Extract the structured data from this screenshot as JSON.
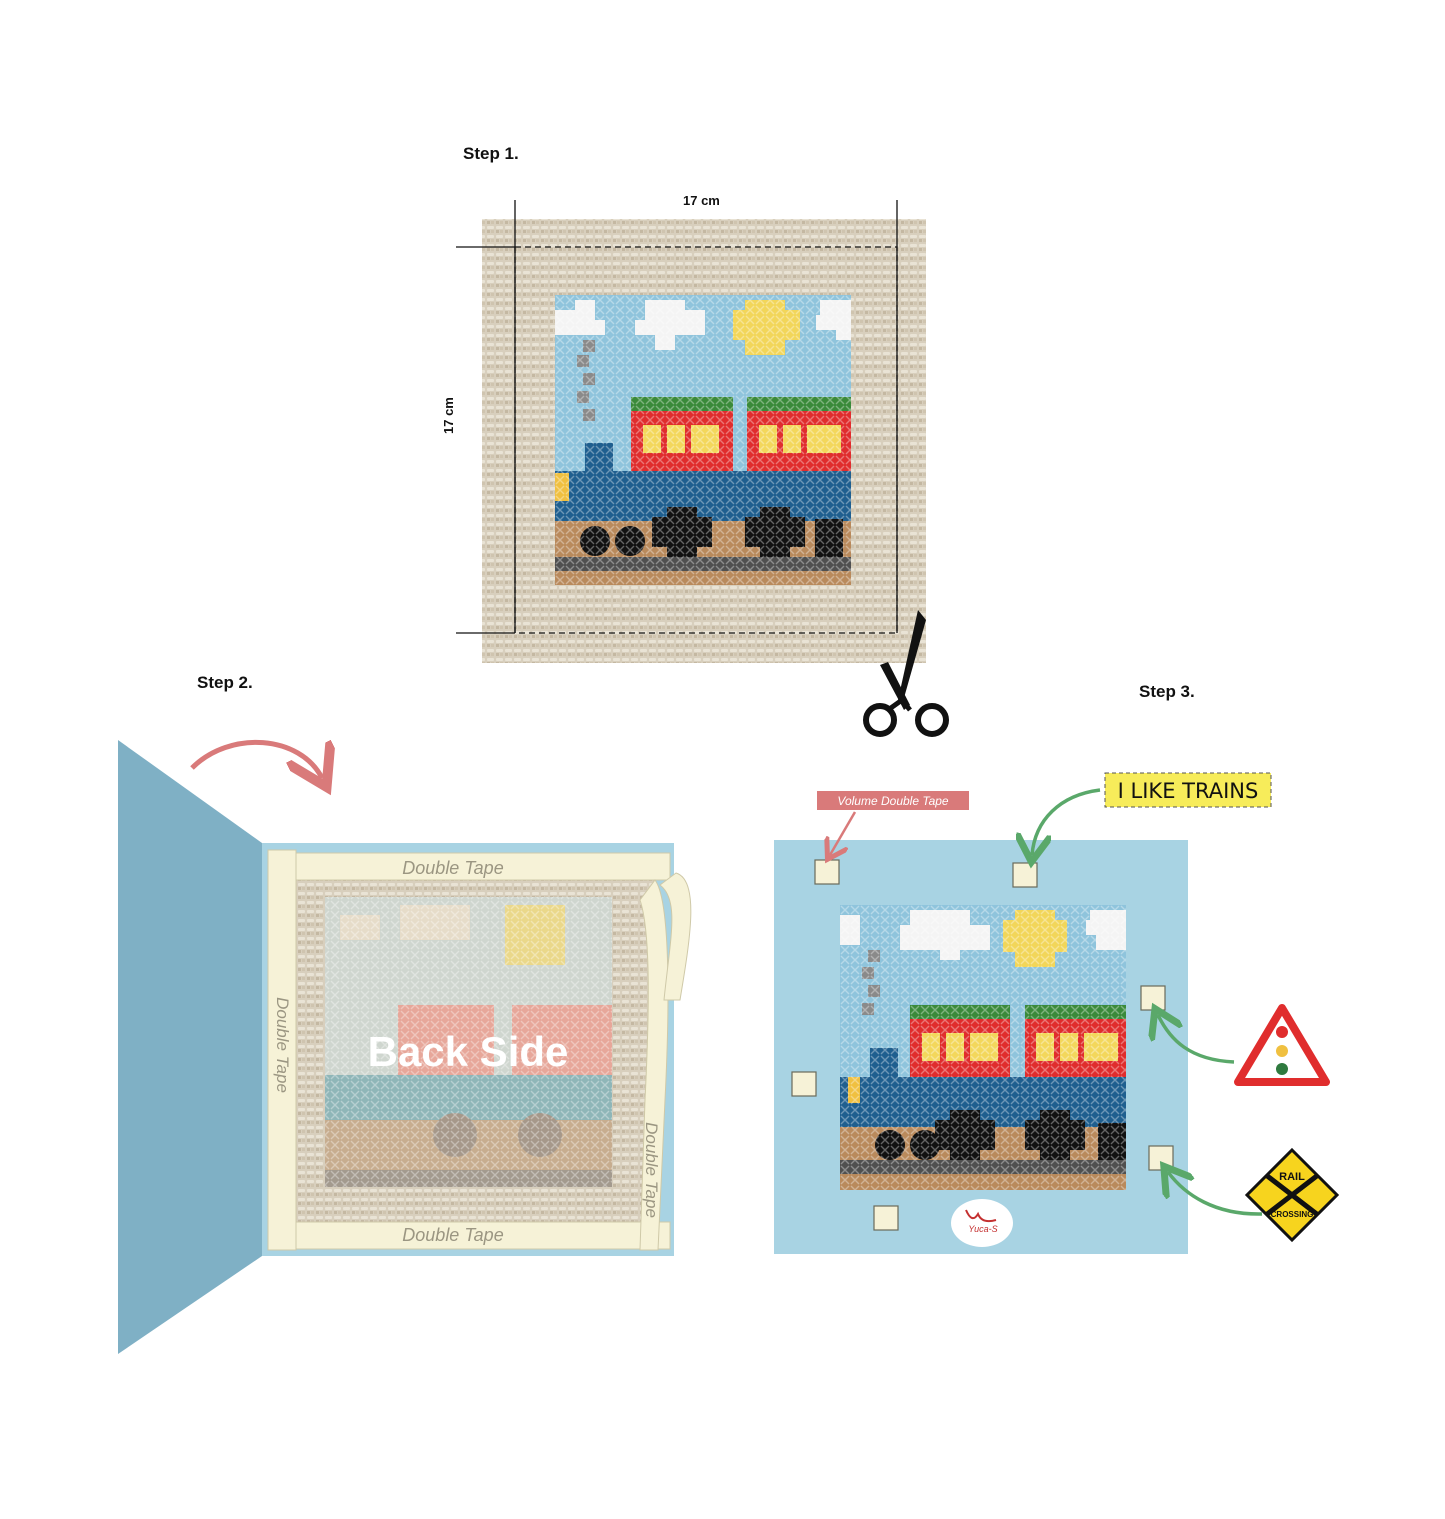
{
  "steps": {
    "step1": "Step 1.",
    "step2": "Step 2.",
    "step3": "Step 3."
  },
  "dimensions": {
    "width": "17 cm",
    "height": "17 cm"
  },
  "step2": {
    "back_side": "Back Side",
    "tape_top": "Double Tape",
    "tape_bottom": "Double Tape",
    "tape_left": "Double Tape",
    "tape_right": "Double Tape"
  },
  "step3": {
    "volume_tape": "Volume Double Tape",
    "sticker_text": "I LIKE TRAINS",
    "rail_sign_top": "RAIL",
    "rail_sign_bottom": "CROSSING",
    "logo_text": "Yuca-S"
  },
  "colors": {
    "fabric": "#d6ccb9",
    "sky": "#8fc4dc",
    "board": "#a8d3e3",
    "cover": "#7fb0c5",
    "tape": "#f6f2d7",
    "arrow_red": "#d97a7a",
    "arrow_green": "#5aa86a",
    "sticker_yellow": "#f7ec5a"
  }
}
